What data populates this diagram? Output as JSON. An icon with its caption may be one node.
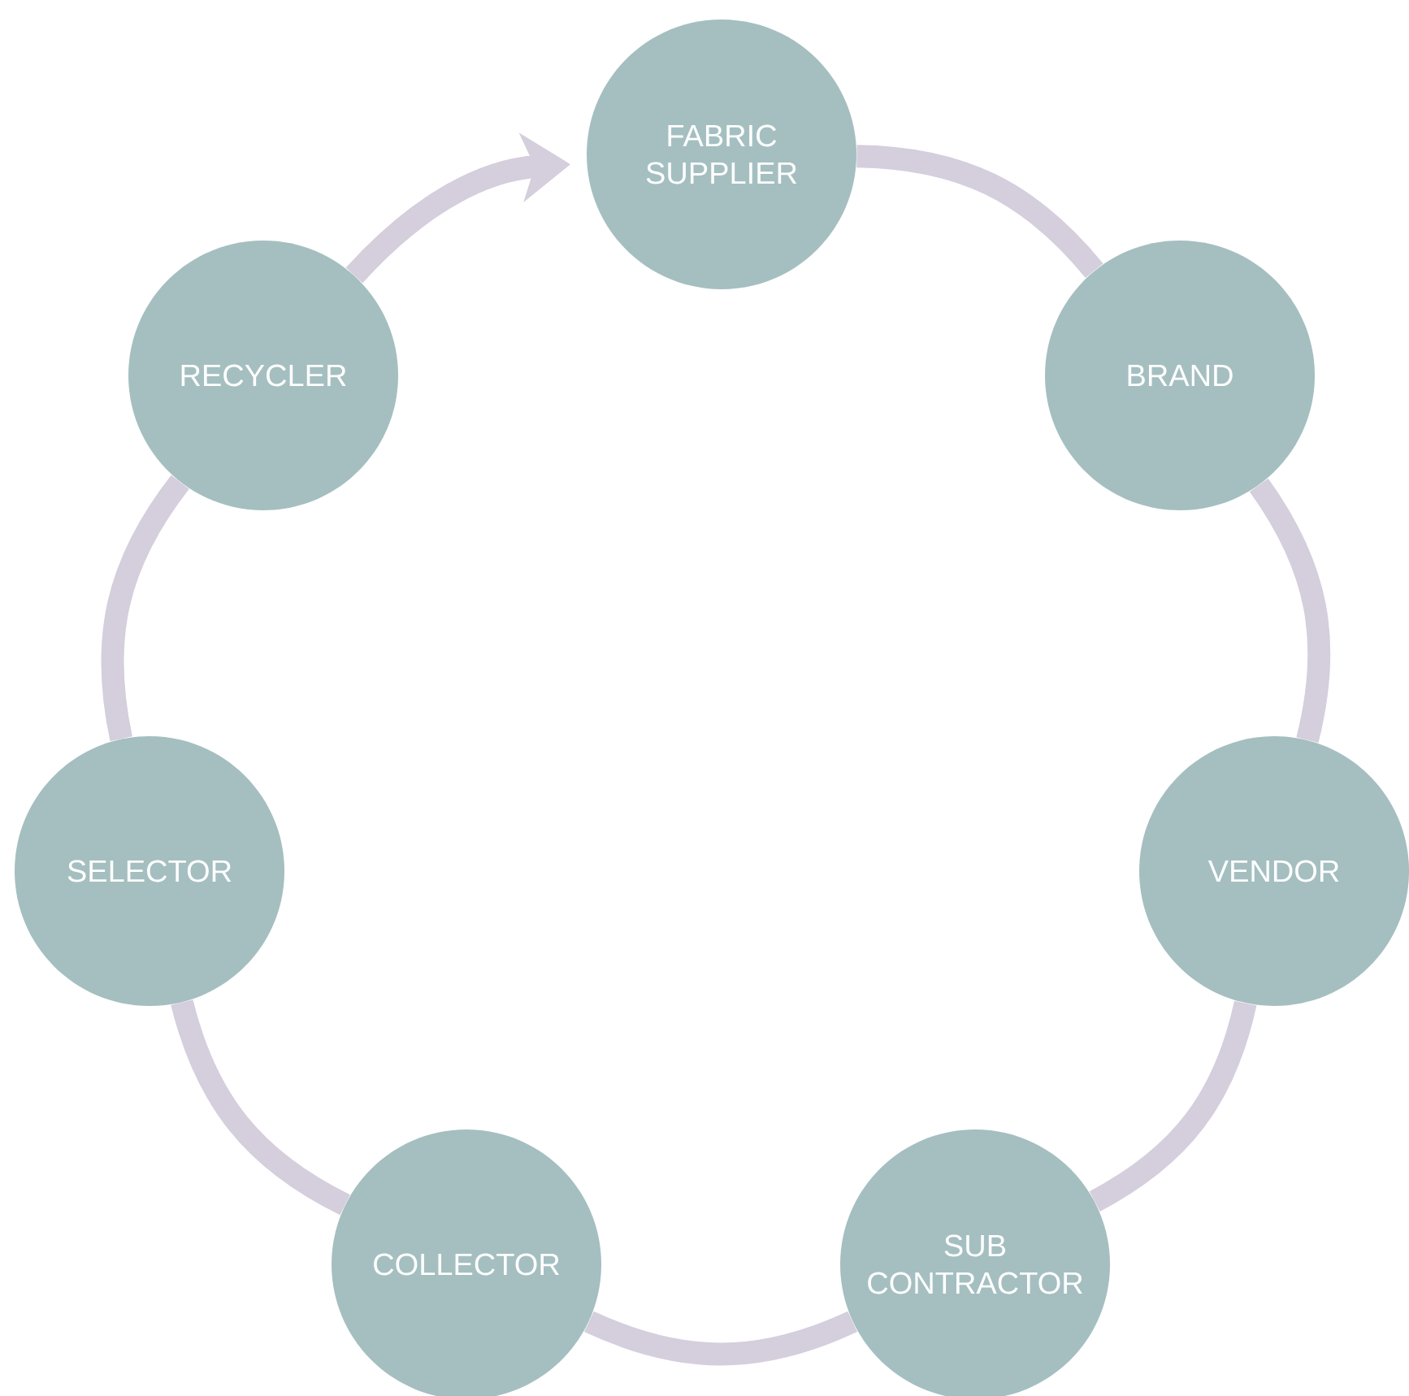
{
  "diagram": {
    "nodes": [
      {
        "text": [
          "FABRIC SUPPLIER"
        ]
      },
      {
        "text": [
          "BRAND"
        ]
      },
      {
        "text": [
          "VENDOR"
        ]
      },
      {
        "text": [
          "SUB CONTRACTOR"
        ]
      },
      {
        "text": [
          "COLLECTOR"
        ]
      },
      {
        "text": [
          "SELECTOR"
        ]
      },
      {
        "text": [
          "RECYCLER"
        ]
      }
    ],
    "edges": [
      {
        "from": 0,
        "to": 1,
        "arrow": "none"
      },
      {
        "from": 1,
        "to": 2,
        "arrow": "none"
      },
      {
        "from": 2,
        "to": 3,
        "arrow": "none"
      },
      {
        "from": 3,
        "to": 4,
        "arrow": "none"
      },
      {
        "from": 4,
        "to": 5,
        "arrow": "none"
      },
      {
        "from": 5,
        "to": 6,
        "arrow": "none"
      },
      {
        "from": 6,
        "to": 0,
        "arrow": "to"
      }
    ]
  }
}
